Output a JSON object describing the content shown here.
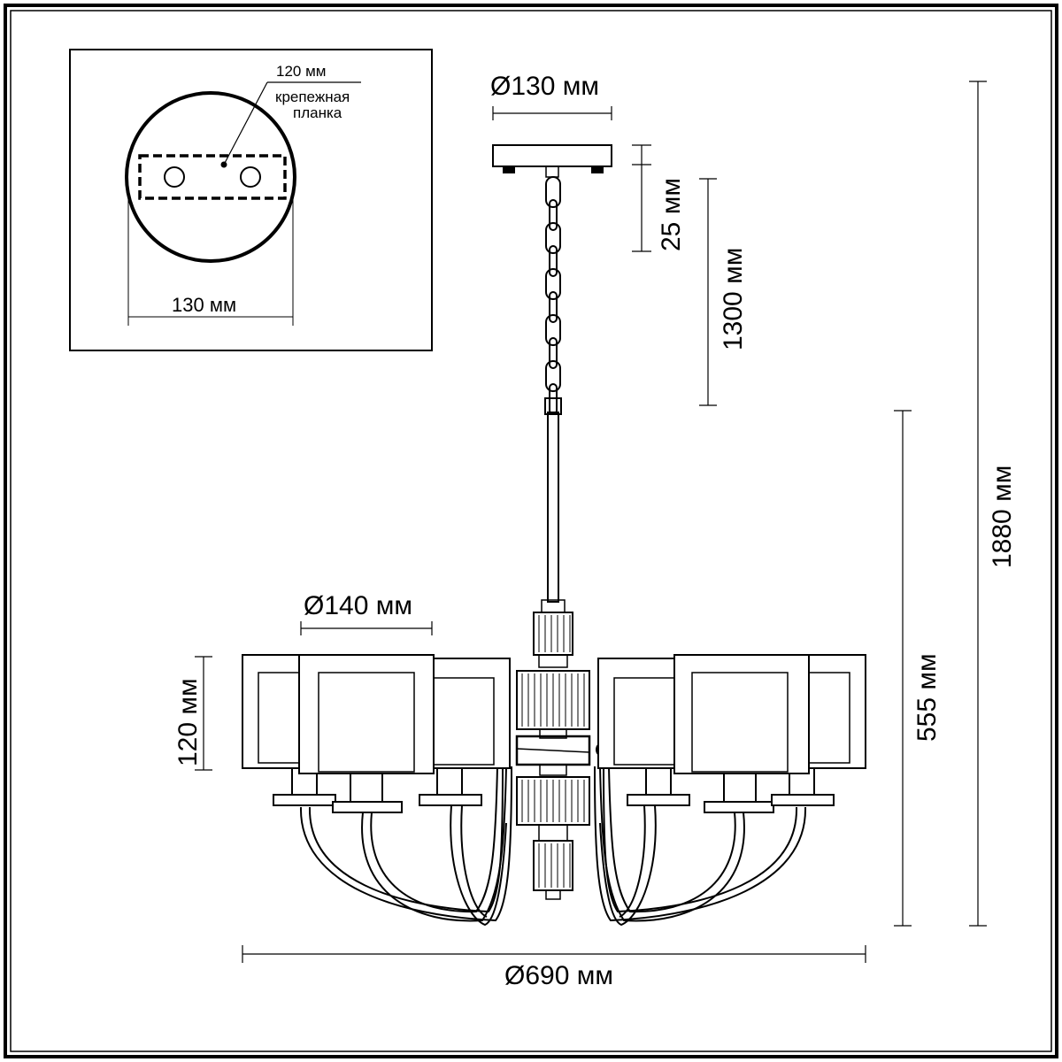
{
  "inset": {
    "top_label": "120 мм",
    "plate_label_line1": "крепежная",
    "plate_label_line2": "планка",
    "width_label": "130 мм"
  },
  "dimensions": {
    "canopy_diameter": "Ø130 мм",
    "canopy_height": "25 мм",
    "chain_length": "1300 мм",
    "total_height": "1880 мм",
    "body_height": "555 мм",
    "shade_diameter": "Ø140 мм",
    "shade_height": "120 мм",
    "overall_diameter": "Ø690 мм"
  }
}
